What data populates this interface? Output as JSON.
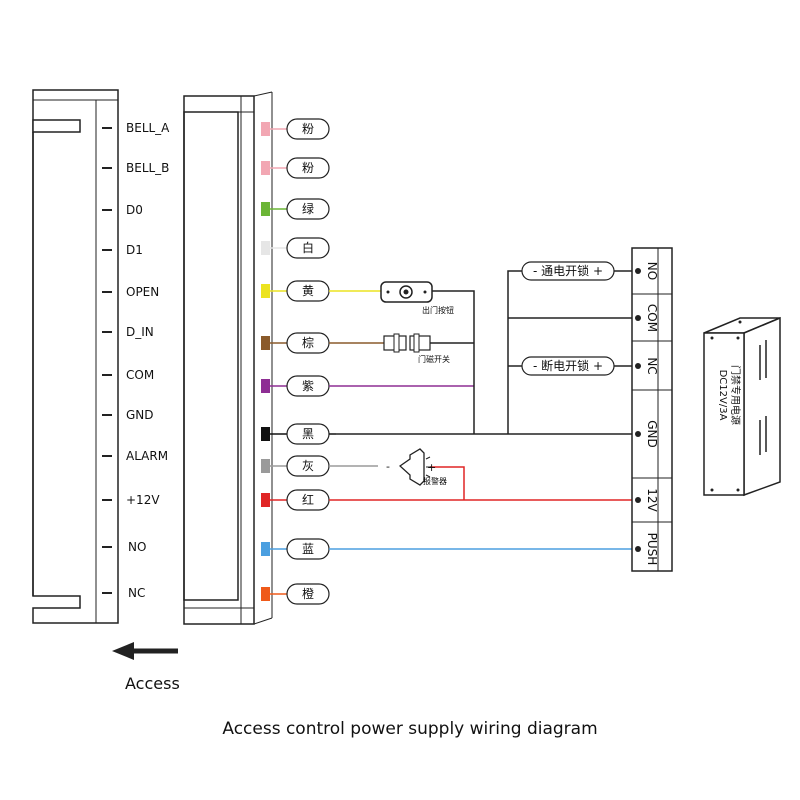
{
  "pins": [
    "BELL_A",
    "BELL_B",
    "D0",
    "D1",
    "OPEN",
    "D_IN",
    "COM",
    "GND",
    "ALARM",
    "+12V",
    "NO",
    "NC"
  ],
  "wires": [
    {
      "label": "粉",
      "color": "#f2a7b3"
    },
    {
      "label": "粉",
      "color": "#f2a7b3"
    },
    {
      "label": "绿",
      "color": "#6bb536"
    },
    {
      "label": "白",
      "color": "#e6e6e6"
    },
    {
      "label": "黄",
      "color": "#ece320"
    },
    {
      "label": "棕",
      "color": "#8a5a2b"
    },
    {
      "label": "紫",
      "color": "#8e2e94"
    },
    {
      "label": "黑",
      "color": "#111111"
    },
    {
      "label": "灰",
      "color": "#9a9a9a"
    },
    {
      "label": "红",
      "color": "#e02525"
    },
    {
      "label": "蓝",
      "color": "#4b9fe0"
    },
    {
      "label": "橙",
      "color": "#ef5a1a"
    }
  ],
  "exit_button_label": "出门按钮",
  "door_sensor_label": "门磁开关",
  "alarm_label": "报警器",
  "alarm_minus": "-",
  "alarm_plus": "+",
  "lock_no_label": "- 通电开锁 +",
  "lock_nc_label": "- 断电开锁 +",
  "terminals": [
    "NO",
    "COM",
    "NC",
    "GND",
    "12V",
    "PUSH"
  ],
  "psu": {
    "line1": "DC12V/3A",
    "line2": "门禁专用电源"
  },
  "arrow_label": "Access",
  "caption": "Access control power supply wiring diagram"
}
